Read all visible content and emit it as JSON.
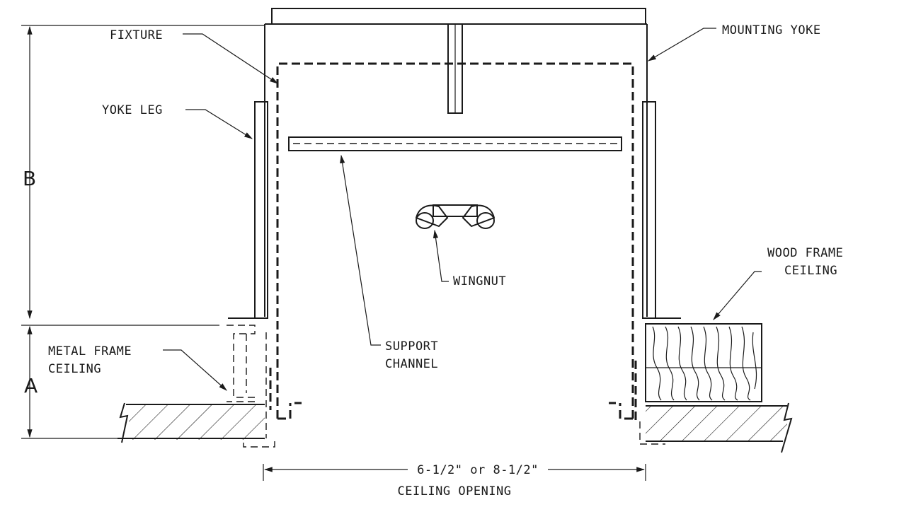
{
  "labels": {
    "mounting_yoke": "MOUNTING YOKE",
    "fixture": "FIXTURE",
    "yoke_leg": "YOKE LEG",
    "dim_b": "B",
    "dim_a": "A",
    "wingnut": "WINGNUT",
    "wood_frame_1": "WOOD FRAME",
    "wood_frame_2": "CEILING",
    "metal_frame_1": "METAL FRAME",
    "metal_frame_2": "CEILING",
    "support_channel_1": "SUPPORT",
    "support_channel_2": "CHANNEL",
    "opening_size": "6-1/2\" or 8-1/2\"",
    "opening_caption": "CEILING OPENING"
  }
}
